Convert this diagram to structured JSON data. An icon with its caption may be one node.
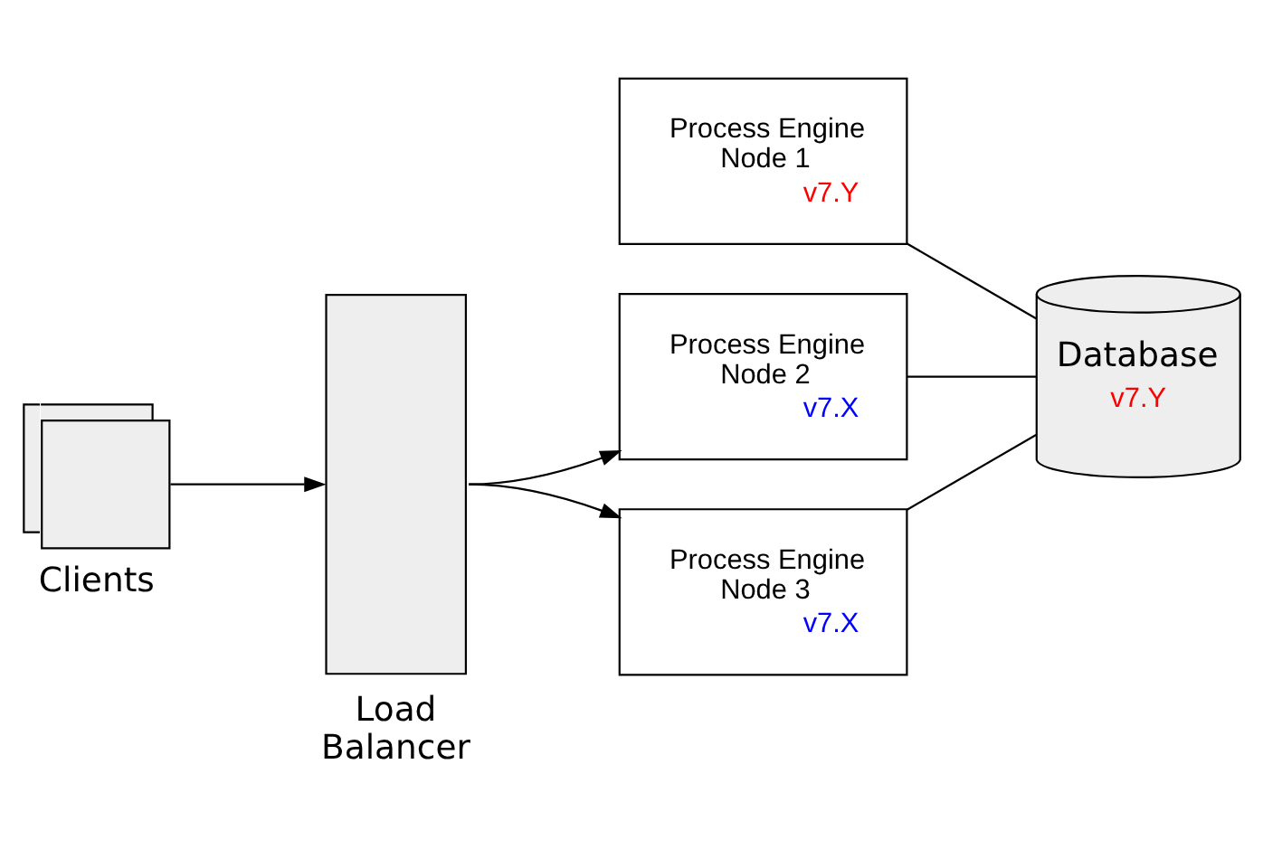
{
  "diagram": {
    "nodes": [
      {
        "text": [
          "Clients"
        ]
      },
      {
        "text": [
          "Load Balancer"
        ]
      },
      {
        "text": [
          "Process Engine Node 1",
          "v7.Y"
        ]
      },
      {
        "text": [
          "Process Engine Node 2",
          "v7.X"
        ]
      },
      {
        "text": [
          "Process Engine Node 3",
          "v7.X"
        ]
      },
      {
        "text": [
          "Database",
          "v7.Y"
        ]
      }
    ],
    "edges": [
      {
        "from": 0,
        "to": 1,
        "arrow": "to"
      },
      {
        "from": 1,
        "to": 3,
        "arrow": "to"
      },
      {
        "from": 1,
        "to": 4,
        "arrow": "to"
      },
      {
        "from": 2,
        "to": 5,
        "arrow": "none"
      },
      {
        "from": 3,
        "to": 5,
        "arrow": "none"
      },
      {
        "from": 4,
        "to": 5,
        "arrow": "none"
      }
    ]
  }
}
